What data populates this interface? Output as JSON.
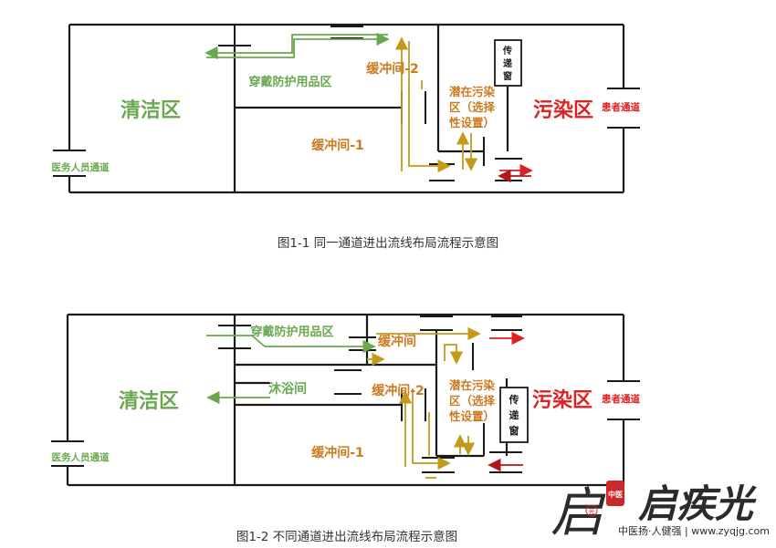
{
  "colors": {
    "wall": "#1a1a1a",
    "green": "#6aa84f",
    "orange": "#cc7a1f",
    "gold": "#c49a1a",
    "red": "#e02020",
    "darkred": "#b01818",
    "caption": "#333333",
    "brand": "#2b2b2b",
    "seal": "#cc2a2a"
  },
  "fig1": {
    "caption": "图1-1 同一通道进出流线布局流程示意图",
    "clean_zone": "清洁区",
    "staff_channel": "医务人员通道",
    "ppe_zone": "穿戴防护用品区",
    "buffer1": "缓冲间-1",
    "buffer2": "缓冲间-2",
    "potential_zone": [
      "潜在污染",
      "区（选择",
      "性设置）"
    ],
    "pass_window": [
      "传",
      "递",
      "窗"
    ],
    "contaminated_zone": "污染区",
    "patient_channel": "患者通道"
  },
  "fig2": {
    "caption": "图1-2 不同通道进出流线布局流程示意图",
    "clean_zone": "清洁区",
    "staff_channel": "医务人员通道",
    "ppe_zone": "穿戴防护用品区",
    "shower": "沐浴间",
    "buffer_top": "缓冲间",
    "buffer1": "缓冲间-1",
    "buffer2": "缓冲间-2",
    "potential_zone": [
      "潜在污染",
      "区（选择",
      "性设置）"
    ],
    "pass_window": [
      "传",
      "递",
      "窗"
    ],
    "contaminated_zone": "污染区",
    "patient_channel": "患者通道"
  },
  "watermark": {
    "logo_glyph": "启",
    "seal_top": "中医",
    "brand_name": "启疾光",
    "slogan": "中医扬·人健强 | www.zyqjg.com",
    "seal_small": "光"
  }
}
